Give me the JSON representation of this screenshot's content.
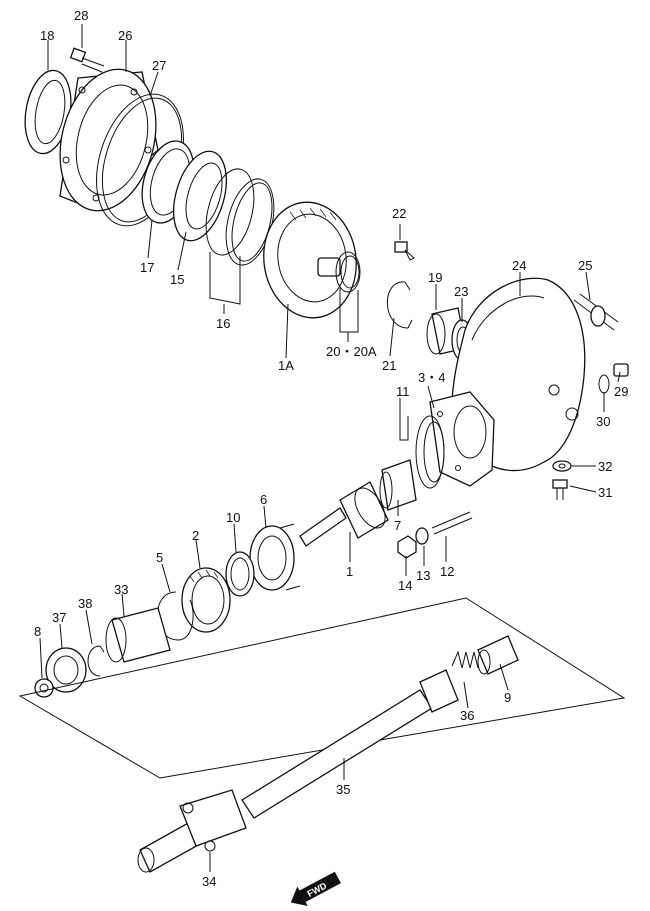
{
  "diagram": {
    "labels": {
      "p28": "28",
      "p18": "18",
      "p26": "26",
      "p27": "27",
      "p17": "17",
      "p15": "15",
      "p16": "16",
      "p1A": "1A",
      "p20": "20・20A",
      "p21": "21",
      "p22": "22",
      "p19": "19",
      "p23": "23",
      "p24": "24",
      "p25": "25",
      "p34a": "3・4",
      "p11": "11",
      "p29": "29",
      "p30": "30",
      "p32": "32",
      "p31": "31",
      "p7": "7",
      "p12": "12",
      "p13": "13",
      "p14": "14",
      "p1": "1",
      "p6": "6",
      "p10": "10",
      "p2": "2",
      "p5": "5",
      "p33": "33",
      "p38": "38",
      "p37": "37",
      "p8": "8",
      "p9": "9",
      "p36": "36",
      "p35": "35",
      "p34": "34"
    },
    "fwd_badge": "FWD"
  }
}
